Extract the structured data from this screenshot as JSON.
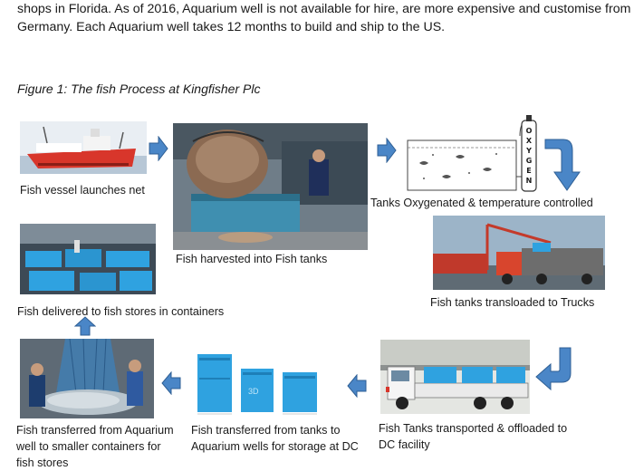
{
  "intro": {
    "line1": "shops in Florida. As of 2016, Aquarium well is not available for hire, are more expensive and customise from",
    "line2": "Germany. Each Aquarium well takes 12 months to build and ship to the US."
  },
  "figure": {
    "title": "Figure 1: The fish Process at Kingfisher Plc",
    "captions": {
      "vessel": "Fish vessel launches net",
      "harvest": "Fish harvested into Fish tanks",
      "oxygen": "Tanks Oxygenated & temperature controlled",
      "delivered": "Fish delivered to fish stores in containers",
      "trucks": "Fish tanks transloaded to Trucks",
      "aquarium_l1": "Fish transferred from Aquarium",
      "aquarium_l2": "well to smaller containers for",
      "aquarium_l3": "fish stores",
      "storage_l1": "Fish transferred from tanks to",
      "storage_l2": "Aquarium wells for storage at DC",
      "dc_l1": "Fish Tanks transported & offloaded to",
      "dc_l2": "DC facility"
    },
    "oxygen_tank_letters": [
      "O",
      "X",
      "Y",
      "G",
      "E",
      "N"
    ],
    "bin_label": "3D"
  },
  "colors": {
    "arrow": "#4a86c7",
    "arrow_dark": "#2f5f94",
    "vessel_red": "#d8362b",
    "bin_blue": "#2fa2e0"
  }
}
